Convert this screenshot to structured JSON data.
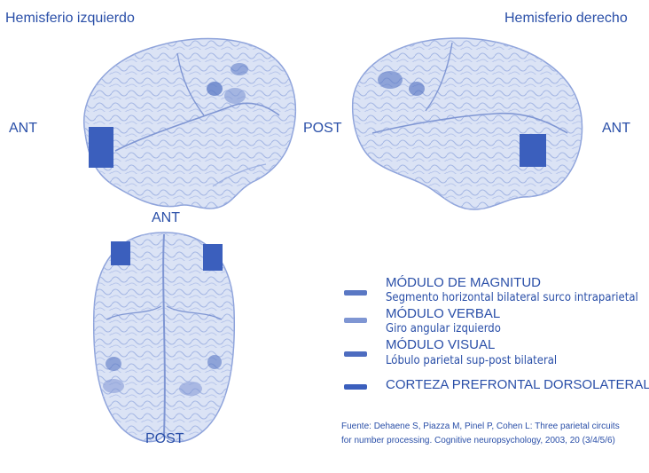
{
  "titles": {
    "left_hemisphere": "Hemisferio izquierdo",
    "right_hemisphere": "Hemisferio derecho"
  },
  "directions": {
    "left_ant": "ANT",
    "left_post": "POST",
    "right_ant": "ANT",
    "top_ant": "ANT",
    "top_post": "POST"
  },
  "legend": [
    {
      "title": "MÓDULO DE MAGNITUD",
      "subtitle": "Segmento horizontal bilateral surco intraparietal",
      "color": "#5a78c4"
    },
    {
      "title": "MÓDULO VERBAL",
      "subtitle": "Giro angular izquierdo",
      "color": "#7f96d3"
    },
    {
      "title": "MÓDULO VISUAL",
      "subtitle": "Lóbulo parietal sup-post bilateral",
      "color": "#4d6cc0"
    },
    {
      "title": "CORTEZA PREFRONTAL DORSOLATERAL",
      "subtitle": "",
      "color": "#3b5fbd"
    }
  ],
  "source": {
    "line1": "Fuente: Dehaene S, Piazza M, Pinel P, Cohen L: Three parietal circuits",
    "line2": "for number processing. Cognitive neuropsychology, 2003, 20 (3/4/5/6)"
  },
  "colors": {
    "text": "#2a4fa8",
    "brain_fill": "#dbe3f5",
    "brain_line": "#8ea3db",
    "marker": "#3b5fbd"
  }
}
